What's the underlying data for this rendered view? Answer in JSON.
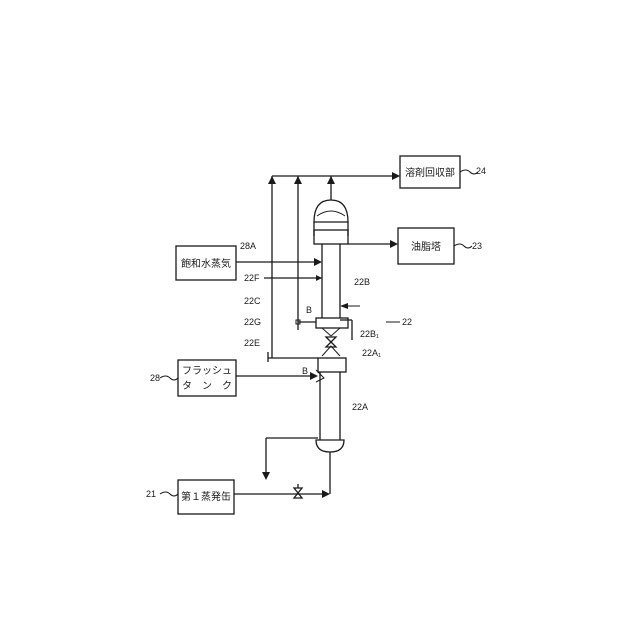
{
  "boxes": {
    "solvent_recovery": "溶剤回収部",
    "oil_tower": "油脂塔",
    "saturated_steam": "飽和水蒸気",
    "flash_tank_line1": "フラッシュ",
    "flash_tank_line2": "タ　ン　ク",
    "first_evaporator": "第１蒸発缶"
  },
  "labels": {
    "ref_24": "24",
    "ref_23": "23",
    "ref_28A": "28A",
    "ref_22F": "22F",
    "ref_22B": "22B",
    "ref_22C": "22C",
    "ref_22": "22",
    "ref_22G": "22G",
    "ref_B_upper": "B",
    "ref_22B1": "22B₁",
    "ref_22E": "22E",
    "ref_22A1": "22A₁",
    "ref_28": "28",
    "ref_B_lower": "B",
    "ref_22A": "22A",
    "ref_21": "21"
  }
}
